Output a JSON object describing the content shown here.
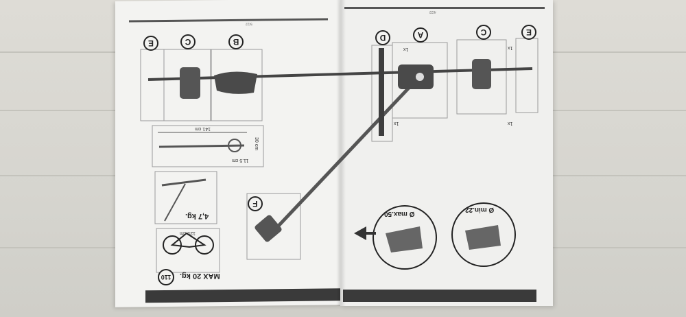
{
  "labels": {
    "letter_e_left": "E",
    "letter_c_left": "C",
    "letter_b": "B",
    "letter_d": "D",
    "letter_a": "A",
    "letter_c_right": "C",
    "letter_e_right": "E",
    "letter_f": "F"
  },
  "dimensions": {
    "length": "141 cm",
    "height": "30 cm",
    "width": "11.5 cm",
    "bike_length": "125 cm"
  },
  "specs": {
    "weight": "4,7 kg.",
    "max_load": "MAX 20 kg.",
    "max_badge": "110",
    "diameter_max": "Ø max.50",
    "diameter_min": "Ø min.22"
  },
  "quantities": {
    "qty_1": "1x",
    "qty_2": "1x",
    "qty_3": "1x",
    "qty_4": "1x"
  },
  "header": {
    "left_page_number": "5/22",
    "right_page_number": "4/22"
  },
  "colors": {
    "page": "#f3f3f1",
    "wall": "#d9d8d2",
    "footer_bar": "#3a3a3a",
    "ink": "#222222"
  }
}
